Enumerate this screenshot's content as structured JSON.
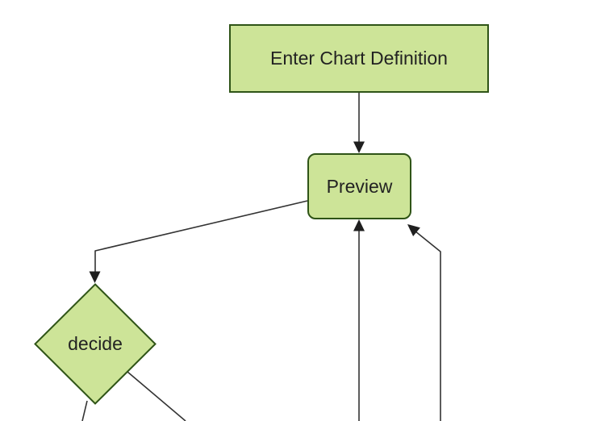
{
  "diagram": {
    "type": "flowchart",
    "nodes": {
      "enter_chart_definition": {
        "label": "Enter Chart Definition",
        "shape": "rectangle"
      },
      "preview": {
        "label": "Preview",
        "shape": "rounded-rectangle"
      },
      "decide": {
        "label": "decide",
        "shape": "diamond"
      }
    },
    "edges": [
      {
        "from": "enter_chart_definition",
        "to": "preview",
        "arrow": true
      },
      {
        "from": "preview",
        "to": "decide",
        "arrow": true
      },
      {
        "from": "offscreen-bottom",
        "to": "preview",
        "arrow": true
      },
      {
        "from": "offscreen-bottom-right",
        "to": "preview",
        "arrow": true
      },
      {
        "from": "decide",
        "to": "offscreen-bottom-left",
        "arrow": false
      },
      {
        "from": "decide",
        "to": "offscreen-bottom-right",
        "arrow": false
      }
    ],
    "theme": {
      "canvas_bg": "#ffffff",
      "node_fill": "#cde498",
      "node_stroke": "#2f5417",
      "edge_color": "#333333",
      "arrow_color": "#1f1f1f",
      "text_color": "#222222"
    }
  }
}
